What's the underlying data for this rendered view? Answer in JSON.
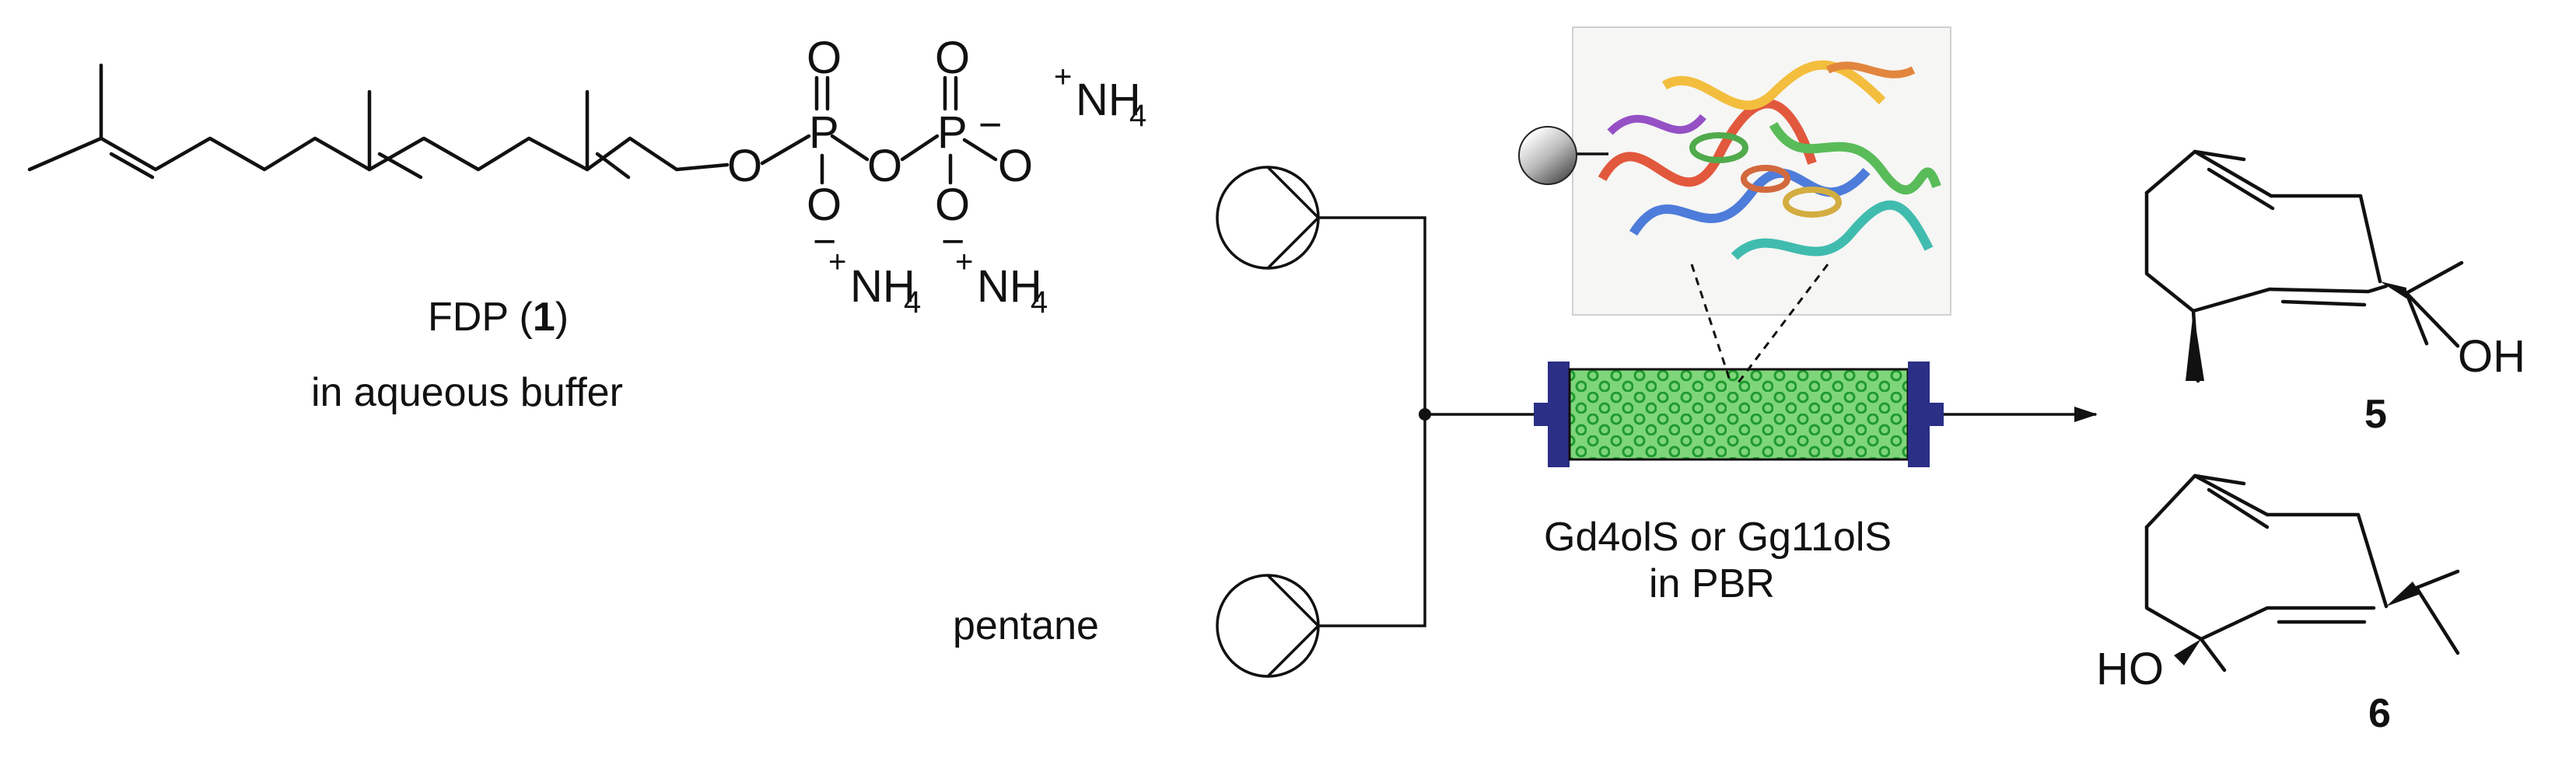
{
  "substrate": {
    "name_prefix": "FDP (",
    "number": "1",
    "name_suffix": ")",
    "medium": "in aqueous buffer",
    "atoms": {
      "oxygen": "O",
      "phosphorus": "P",
      "minus": "−"
    },
    "counterions": [
      {
        "charge": "+",
        "label": "NH",
        "subscript": "4"
      },
      {
        "charge": "+",
        "label": "NH",
        "subscript": "4"
      },
      {
        "charge": "+",
        "label": "NH",
        "subscript": "4"
      }
    ]
  },
  "solvent": {
    "label": "pentane"
  },
  "reactor": {
    "enzymes": "Gd4olS or Gg11olS",
    "setup": "in PBR",
    "colors": {
      "frame": "#2b2f86",
      "packing": "#6fcf6a",
      "beads": "#1f9a2e"
    }
  },
  "products": [
    {
      "number": "5",
      "hydroxyl": "OH"
    },
    {
      "number": "6",
      "hydroxyl": "HO"
    }
  ],
  "icons": [
    "pump-icon",
    "bead-sphere-icon",
    "protein-structure-icon",
    "packed-bed-reactor-icon",
    "arrow-icon"
  ]
}
